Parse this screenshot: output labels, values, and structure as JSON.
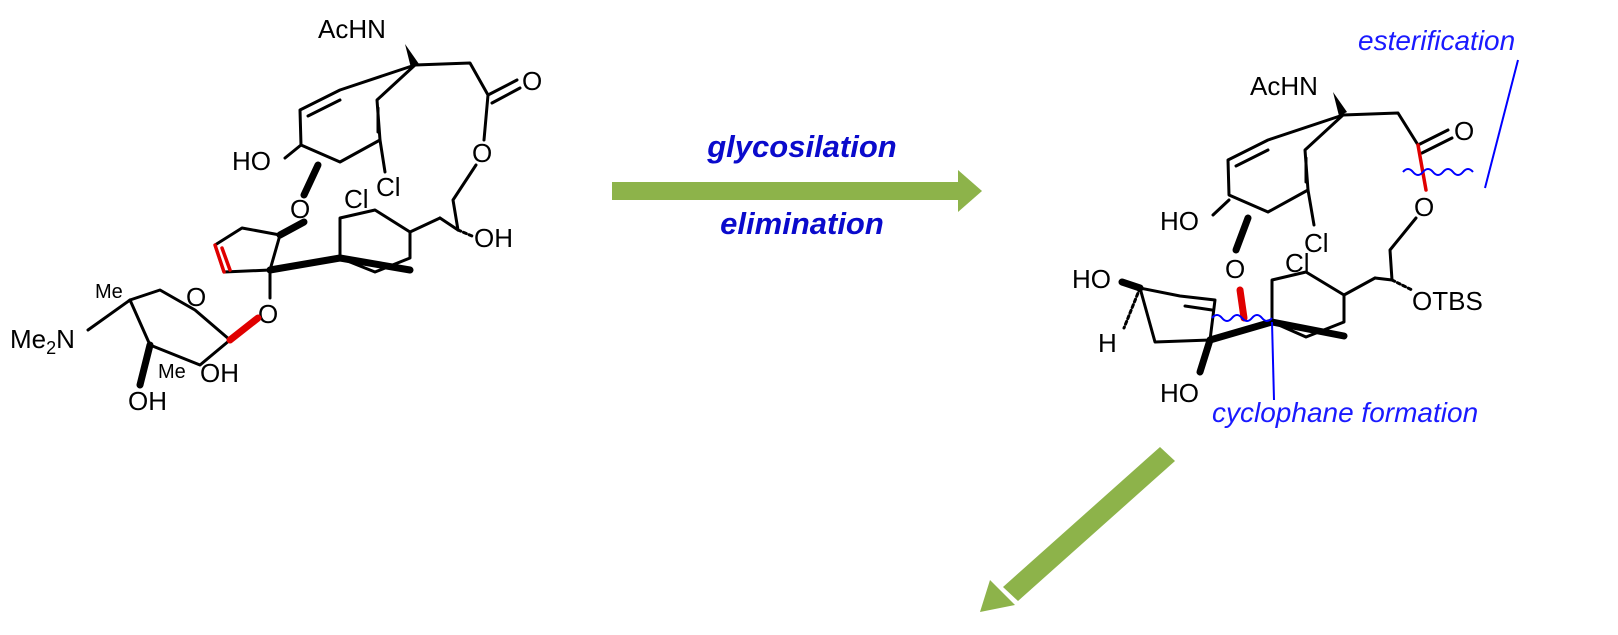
{
  "arrows": {
    "right": {
      "labels": [
        "glycosilation",
        "elimination"
      ],
      "color": "#8db34a"
    },
    "down_left": {
      "color": "#8db34a"
    }
  },
  "annotations": {
    "esterification": "esterification",
    "cyclophane": "cyclophane formation",
    "color": "#0000ff"
  },
  "molecule_left": {
    "atoms": {
      "achn": "AcHN",
      "o_carbonyl": "O",
      "o_ester": "O",
      "ho": "HO",
      "cl_a": "Cl",
      "cl_b": "Cl",
      "oh_side": "OH",
      "o_ether": "O",
      "o_glyco": "O",
      "o_ring": "O",
      "me_top": "Me",
      "me_mid": "Me",
      "me2n_main": "Me",
      "me2n_sub": "2",
      "me2n_n": "N",
      "oh_ring": "OH",
      "oh_bottom": "OH"
    }
  },
  "molecule_right": {
    "atoms": {
      "achn": "AcHN",
      "o_carbonyl": "O",
      "o_ester": "O",
      "ho_top": "HO",
      "cl_a": "Cl",
      "cl_b": "Cl",
      "otbs": "OTBS",
      "o_ether": "O",
      "ho_left": "HO",
      "h": "H",
      "ho_bottom": "HO"
    }
  }
}
